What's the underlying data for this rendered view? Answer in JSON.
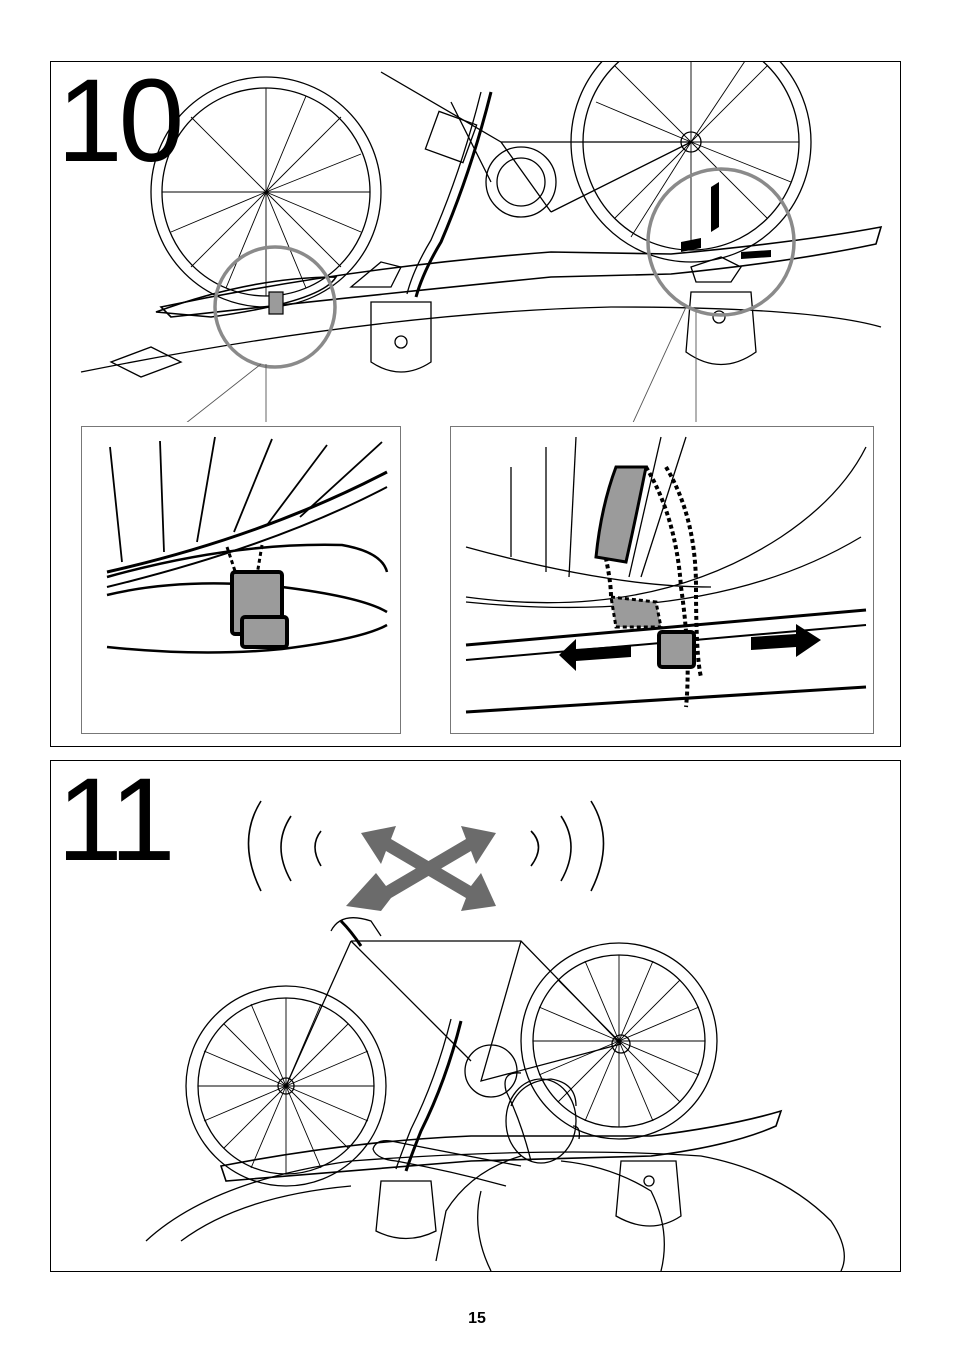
{
  "steps": [
    {
      "number": "10"
    },
    {
      "number": "11"
    }
  ],
  "page": {
    "number": "15"
  },
  "colors": {
    "line": "#000000",
    "callout": "#8a8a8a",
    "strap_fill": "#9b9b9b",
    "arrow_gray": "#6b6b6b"
  }
}
